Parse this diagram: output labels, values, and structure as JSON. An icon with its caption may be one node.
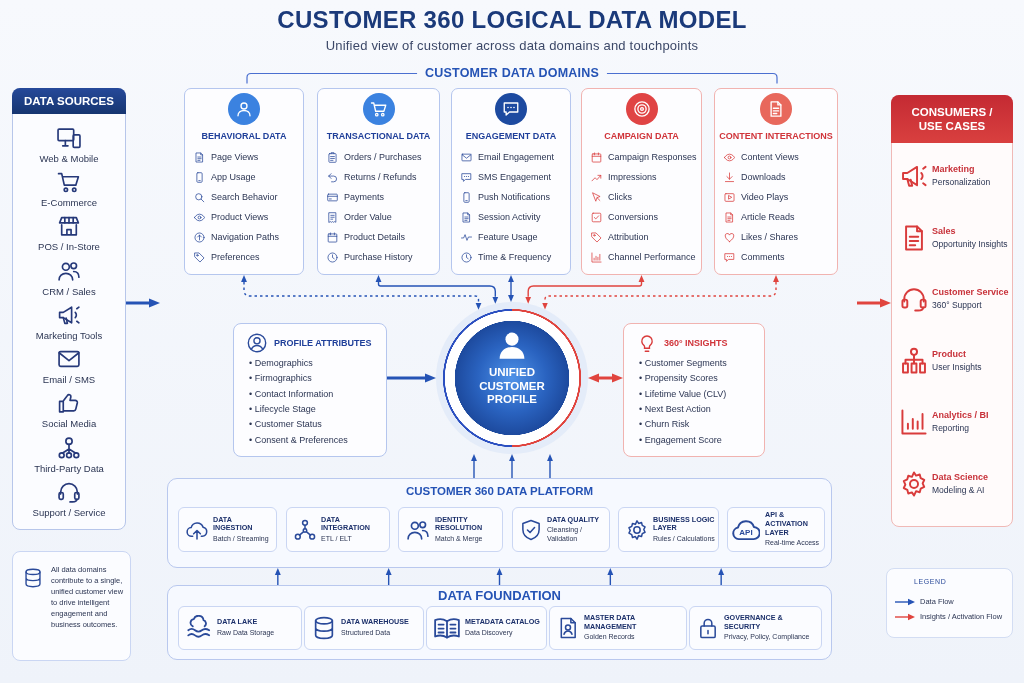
{
  "diagram": {
    "title": "CUSTOMER 360 LOGICAL DATA MODEL",
    "nodes": [
      {
        "text": [
          "DATA SOURCES",
          "Web & Mobile",
          "E-Commerce",
          "POS / In-Store",
          "CRM / Sales",
          "Marketing Tools",
          "Email / SMS",
          "Social Media",
          "Third-Party Data",
          "Support / Service"
        ]
      },
      {
        "text": [
          "BEHAVIORAL DATA",
          "Page Views",
          "App Usage",
          "Search Behavior",
          "Product Views",
          "Navigation Paths",
          "Preferences"
        ]
      },
      {
        "text": [
          "TRANSACTIONAL DATA",
          "Orders / Purchases",
          "Returns / Refunds",
          "Payments",
          "Order Value",
          "Product Details",
          "Purchase History"
        ]
      },
      {
        "text": [
          "ENGAGEMENT DATA",
          "Email Engagement",
          "SMS Engagement",
          "Push Notifications",
          "Session Activity",
          "Feature Usage",
          "Time & Frequency"
        ]
      },
      {
        "text": [
          "CAMPAIGN DATA",
          "Campaign Responses",
          "Impressions",
          "Clicks",
          "Conversions",
          "Attribution",
          "Channel Performance"
        ]
      },
      {
        "text": [
          "CONTENT INTERACTIONS",
          "Content Views",
          "Downloads",
          "Video Plays",
          "Article Reads",
          "Likes / Shares",
          "Comments"
        ]
      },
      {
        "text": [
          "CONSUMERS / USE CASES",
          "Marketing",
          "Personalization",
          "Sales",
          "Opportunity Insights",
          "Customer Service",
          "360° Support",
          "Product",
          "User Insights",
          "Analytics / BI",
          "Reporting",
          "Data Science",
          "Modeling & AI"
        ]
      },
      {
        "text": [
          "PROFILE ATTRIBUTES",
          "• Demographics",
          "• Firmographics",
          "• Contact Information",
          "• Lifecycle Stage",
          "• Customer Status",
          "• Consent & Preferences"
        ]
      },
      {
        "text": [
          "UNIFIED CUSTOMER PROFILE"
        ]
      },
      {
        "text": [
          "360° INSIGHTS",
          "• Customer Segments",
          "• Propensity Scores",
          "• Lifetime Value (CLV)",
          "• Next Best Action",
          "• Churn Risk",
          "• Engagement Score"
        ]
      },
      {
        "text": [
          "CUSTOMER 360 DATA PLATFORM"
        ]
      },
      {
        "text": [
          "DATA INGESTION",
          "Batch / Streaming"
        ],
        "in": 10
      },
      {
        "text": [
          "DATA INTEGRATION",
          "ETL / ELT"
        ],
        "in": 10
      },
      {
        "text": [
          "IDENTITY RESOLUTION",
          "Match & Merge"
        ],
        "in": 10
      },
      {
        "text": [
          "DATA QUALITY",
          "Cleansing / Validation"
        ],
        "in": 10
      },
      {
        "text": [
          "BUSINESS LOGIC LAYER",
          "Rules / Calculations"
        ],
        "in": 10
      },
      {
        "text": [
          "API",
          "API & ACTIVATION LAYER",
          "Real-time Access"
        ],
        "in": 10
      },
      {
        "text": [
          "All data domains contribute to a single, unified customer view to drive intelligent engagement and business outcomes."
        ]
      },
      {
        "text": [
          "DATA FOUNDATION"
        ]
      },
      {
        "text": [
          "DATA LAKE",
          "Raw Data Storage"
        ],
        "in": 18
      },
      {
        "text": [
          "DATA WAREHOUSE",
          "Structured Data"
        ],
        "in": 18
      },
      {
        "text": [
          "METADATA CATALOG",
          "Data Discovery"
        ],
        "in": 18
      },
      {
        "text": [
          "MASTER DATA MANAGEMENT",
          "Golden Records"
        ],
        "in": 18
      },
      {
        "text": [
          "GOVERNANCE & SECURITY",
          "Privacy, Policy, Compliance"
        ],
        "in": 18
      }
    ],
    "edges": [
      {
        "from": 0,
        "to": null,
        "arrow": "to",
        "style": "thick"
      },
      {
        "from": 1,
        "to": 8,
        "arrow": "both",
        "style": "dashed"
      },
      {
        "from": 2,
        "to": 8,
        "arrow": "both"
      },
      {
        "from": 3,
        "to": 8,
        "arrow": "both"
      },
      {
        "from": 4,
        "to": 8,
        "arrow": "both",
        "color": "#e0443e"
      },
      {
        "from": 5,
        "to": 8,
        "arrow": "both",
        "style": "dashed",
        "color": "#e0443e"
      },
      {
        "from": 7,
        "to": 8,
        "arrow": "to",
        "style": "thick"
      },
      {
        "from": 8,
        "to": 9,
        "arrow": "both",
        "style": "thick",
        "color": "#e0443e"
      },
      {
        "from": 10,
        "to": 8,
        "arrow": "to"
      },
      {
        "from": 10,
        "to": 8,
        "arrow": "to"
      },
      {
        "from": 10,
        "to": 8,
        "arrow": "to"
      },
      {
        "from": 18,
        "to": 10,
        "arrow": "to"
      },
      {
        "from": 18,
        "to": 10,
        "arrow": "to"
      },
      {
        "from": 18,
        "to": 10,
        "arrow": "to"
      },
      {
        "from": 18,
        "to": 10,
        "arrow": "to"
      },
      {
        "from": 18,
        "to": 10,
        "arrow": "to"
      },
      {
        "from": null,
        "to": 6,
        "arrow": "to",
        "style": "thick",
        "color": "#e0443e"
      }
    ],
    "labels": [
      "Unified view of customer across data domains and touchpoints",
      "CUSTOMER DATA DOMAINS",
      "LEGEND"
    ],
    "legend": [
      {
        "text": "Data Flow"
      },
      {
        "text": "Insights / Activation Flow"
      }
    ]
  }
}
